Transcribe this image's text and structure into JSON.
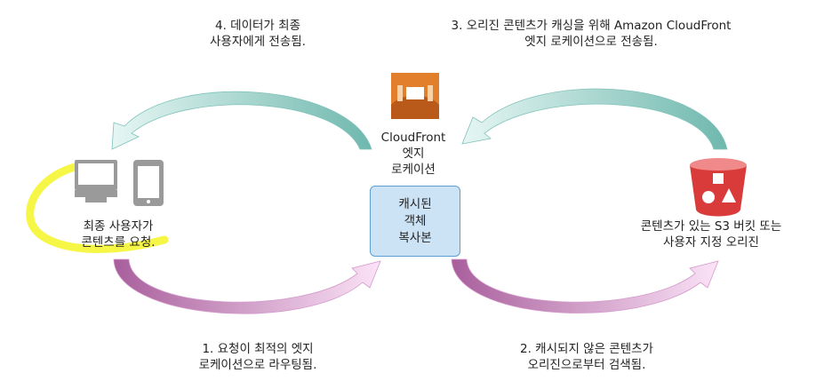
{
  "steps": {
    "step4": {
      "line1": "4. 데이터가 최종",
      "line2": "사용자에게 전송됨."
    },
    "step3": {
      "line1": "3. 오리진 콘텐츠가 캐싱을 위해 Amazon CloudFront",
      "line2": "엣지 로케이션으로 전송됨."
    },
    "step1": {
      "line1": "1. 요청이 최적의 엣지",
      "line2": "로케이션으로 라우팅됨."
    },
    "step2": {
      "line1": "2. 캐시되지 않은 콘텐츠가",
      "line2": "오리진으로부터 검색됨."
    }
  },
  "edge_location": {
    "line1": "CloudFront",
    "line2": "엣지",
    "line3": "로케이션"
  },
  "cache": {
    "line1": "캐시된",
    "line2": "객체",
    "line3": "복사본"
  },
  "end_user": {
    "line1": "최종 사용자가",
    "line2": "콘텐츠를 요청."
  },
  "origin": {
    "line1": "콘텐츠가 있는 S3 버킷 또는",
    "line2": "사용자 지정 오리진"
  },
  "colors": {
    "cloudfront_orange": "#e27f2d",
    "bucket_red": "#d93b3b",
    "teal_arrow": "#9fd3cd",
    "pink_arrow": "#f0b8e8",
    "highlight_yellow": "#f5f532",
    "cache_box_fill": "#cce3f6",
    "cache_box_border": "#5e9fd3"
  }
}
